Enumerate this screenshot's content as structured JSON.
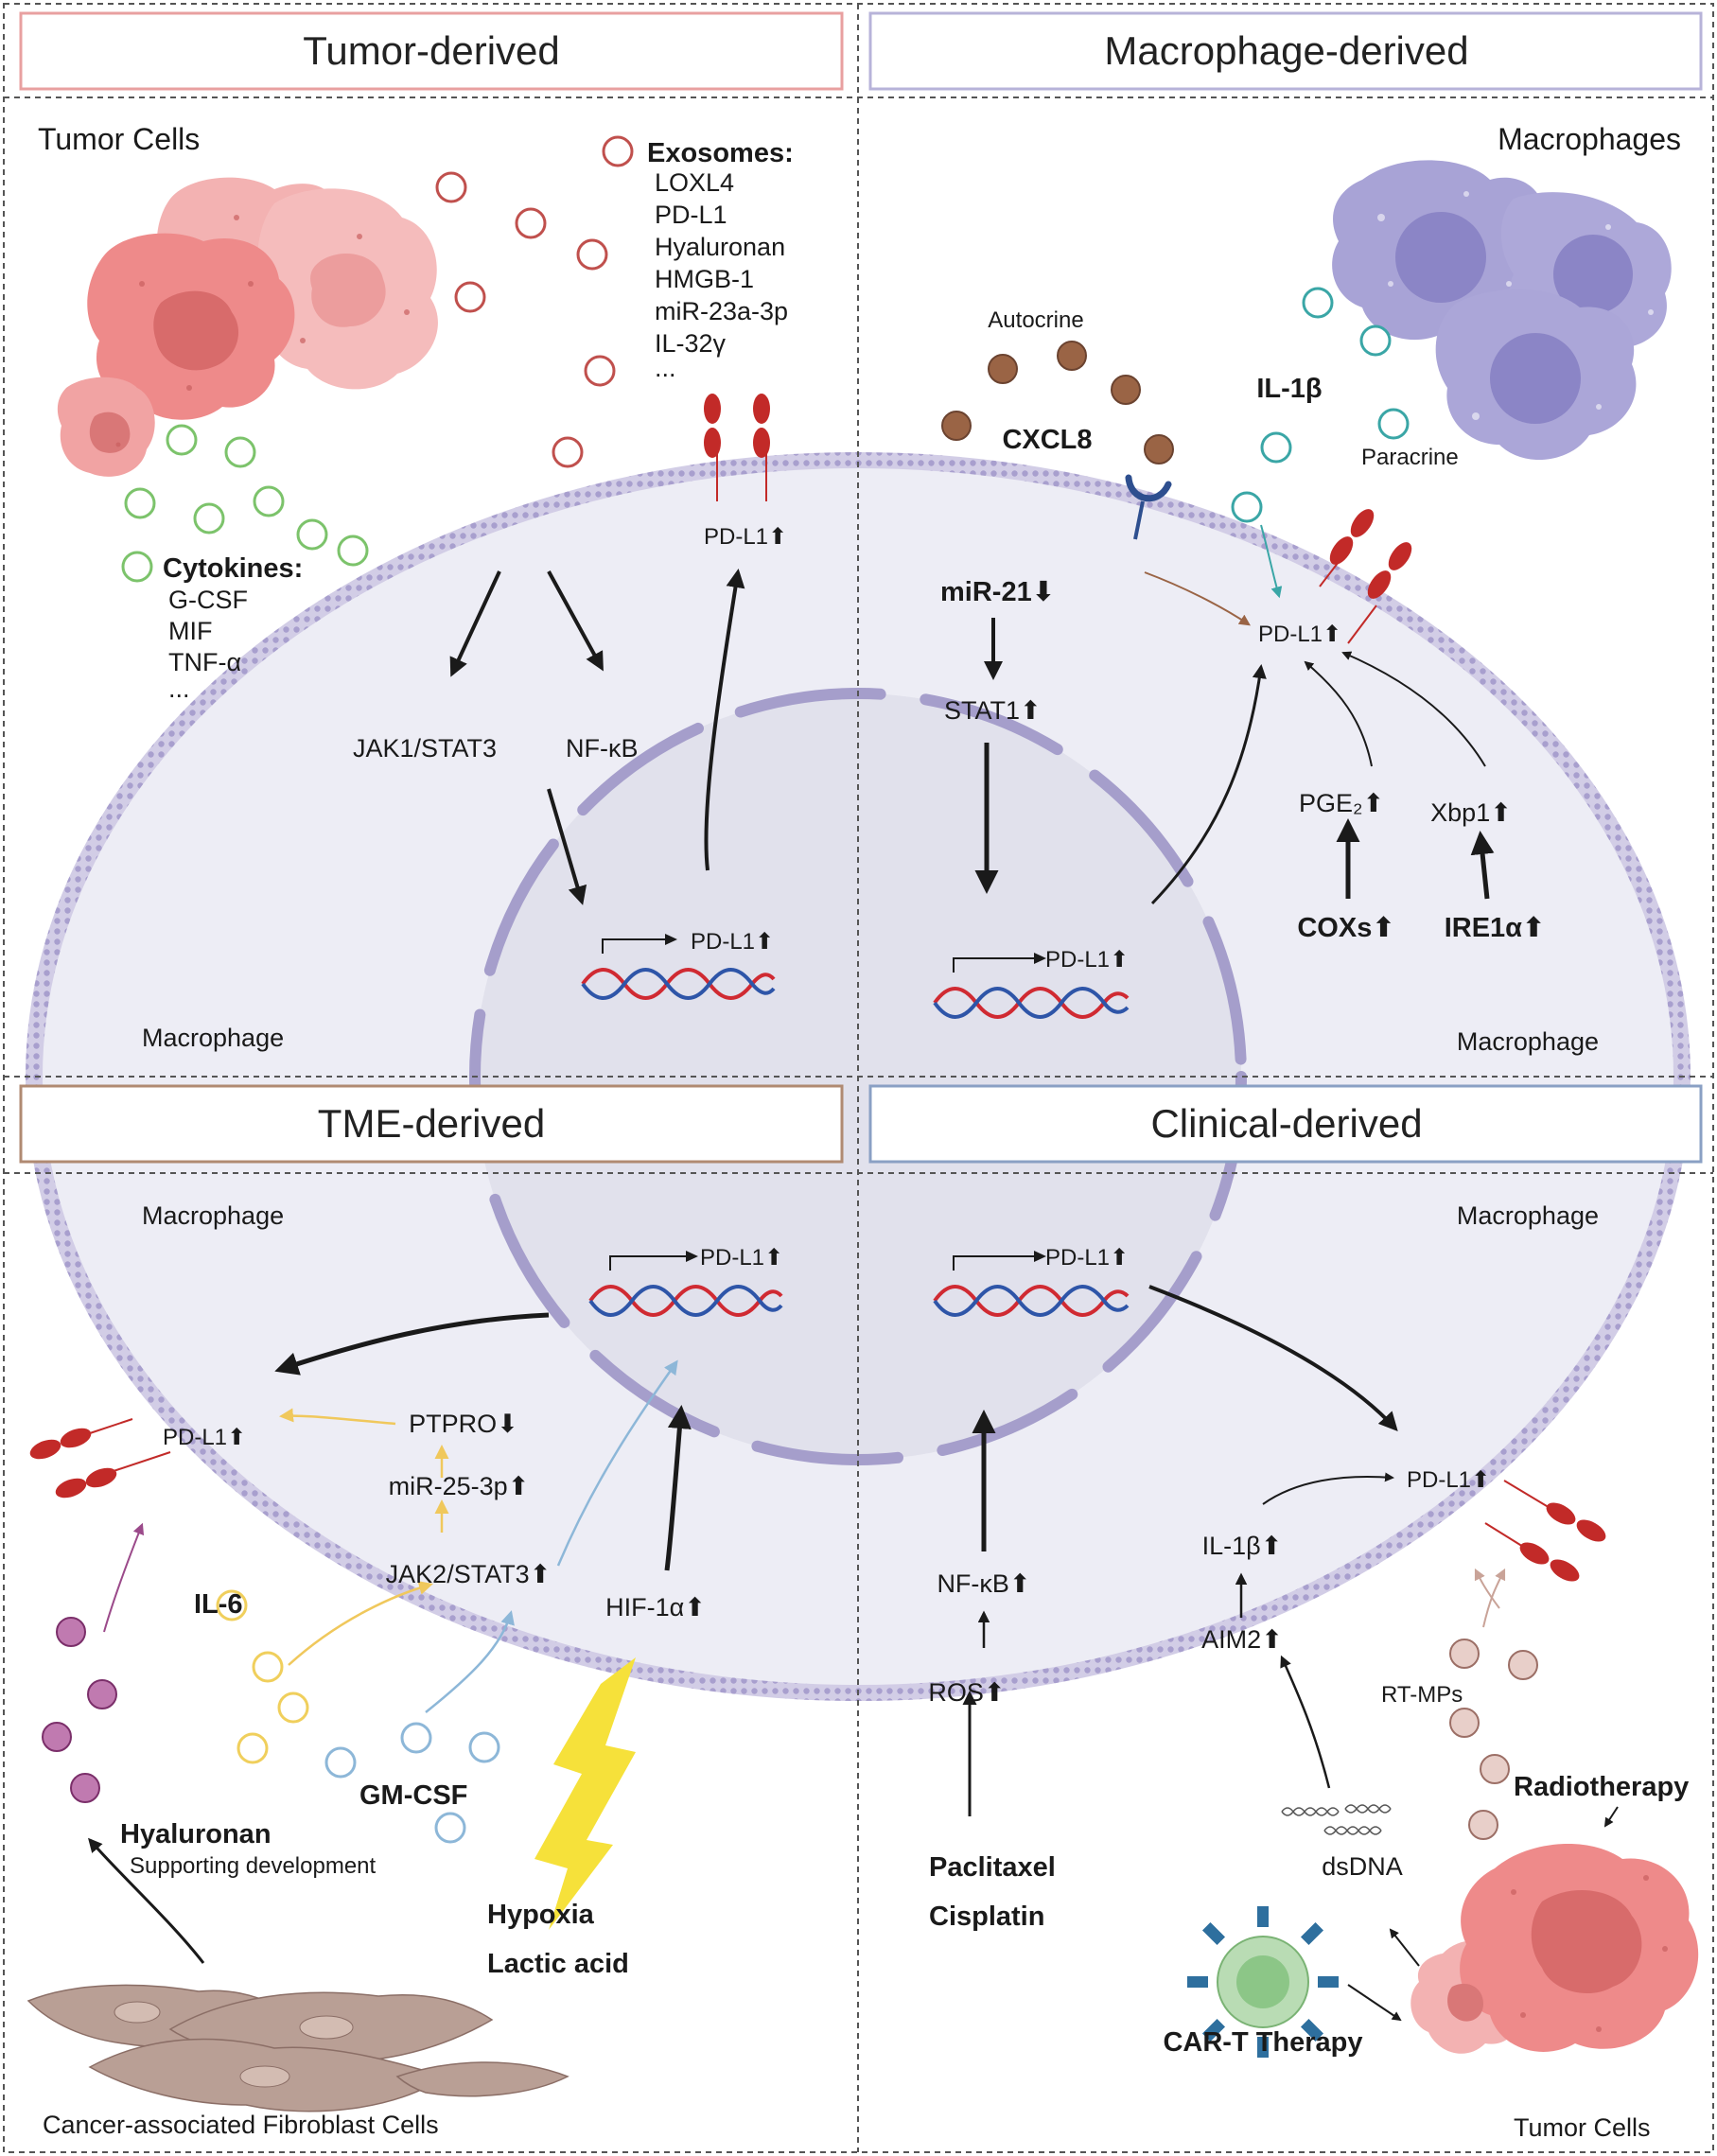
{
  "panels": {
    "tumor": {
      "header": "Tumor-derived",
      "header_color": "#e8a0a0",
      "tumor_cells_label": "Tumor Cells",
      "exosomes_title": "Exosomes:",
      "exosomes": [
        "LOXL4",
        "PD-L1",
        "Hyaluronan",
        "HMGB-1",
        "miR-23a-3p",
        "IL-32γ",
        "..."
      ],
      "cytokines_title": "Cytokines:",
      "cytokines": [
        "G-CSF",
        "MIF",
        "TNF-α",
        "..."
      ],
      "membrane_pdl1": "PD-L1⬆",
      "jak_stat": "JAK1/STAT3",
      "nfkb": "NF-κB",
      "gene_pdl1": "PD-L1⬆",
      "macrophage_label": "Macrophage"
    },
    "macrophage": {
      "header": "Macrophage-derived",
      "header_color": "#b7b3d9",
      "macrophages_label": "Macrophages",
      "autocrine": "Autocrine",
      "cxcl8": "CXCL8",
      "il1b": "IL-1β",
      "paracrine": "Paracrine",
      "mir21": "miR-21⬇",
      "stat1": "STAT1⬆",
      "gene_pdl1": "PD-L1⬆",
      "membrane_pdl1": "PD-L1⬆",
      "pge2": "PGE₂⬆",
      "xbp1": "Xbp1⬆",
      "coxs": "COXs⬆",
      "ire1a": "IRE1α⬆",
      "macrophage_label": "Macrophage"
    },
    "tme": {
      "header": "TME-derived",
      "header_color": "#b08a72",
      "macrophage_label": "Macrophage",
      "gene_pdl1": "PD-L1⬆",
      "membrane_pdl1": "PD-L1⬆",
      "ptpro": "PTPRO⬇",
      "mir25": "miR-25-3p⬆",
      "jak2": "JAK2/STAT3⬆",
      "hif1a": "HIF-1α⬆",
      "il6": "IL-6",
      "gmcsf": "GM-CSF",
      "hyaluronan": "Hyaluronan",
      "supporting": "Supporting development",
      "hypoxia": "Hypoxia",
      "lactic": "Lactic acid",
      "caf_label": "Cancer-associated Fibroblast Cells"
    },
    "clinical": {
      "header": "Clinical-derived",
      "header_color": "#8aa0c4",
      "macrophage_label": "Macrophage",
      "gene_pdl1": "PD-L1⬆",
      "membrane_pdl1": "PD-L1⬆",
      "nfkb": "NF-κB⬆",
      "ros": "ROS⬆",
      "il1b": "IL-1β⬆",
      "aim2": "AIM2⬆",
      "rtmps": "RT-MPs",
      "radiotherapy": "Radiotherapy",
      "dsdna": "dsDNA",
      "paclitaxel": "Paclitaxel",
      "cisplatin": "Cisplatin",
      "cart": "CAR-T Therapy",
      "tumor_cells_label": "Tumor Cells"
    }
  },
  "colors": {
    "membrane": "#bdb6da",
    "cytoplasm": "#ededf5",
    "nucleus": "#e1e1ec",
    "nuclear_envelope": "#a59ecb",
    "tumor_pink": "#ee8a8a",
    "exosome_red": "#c0504d",
    "cytokine_green": "#7cc36b",
    "cxcl8_brown": "#9a6445",
    "il1b_teal": "#3aa6a6",
    "il6_yellow": "#f0cf5c",
    "gmcsf_blue": "#8db7d8",
    "hyaluronan_purple": "#9b4a8a",
    "pdl1_red": "#c22a28",
    "dna_red": "#d02a32",
    "dna_blue": "#2e55a8",
    "lightning": "#f6e13a",
    "fibroblast": "#b99f95",
    "rtmp": "#d9b0a8"
  },
  "icons": [
    "tumor-cell-icon",
    "macrophage-cell-icon",
    "fibroblast-cell-icon",
    "car-t-cell-icon",
    "dna-helix-icon",
    "pd-l1-receptor-icon",
    "cxcr-receptor-icon",
    "lightning-icon",
    "dsdna-fragment-icon"
  ]
}
